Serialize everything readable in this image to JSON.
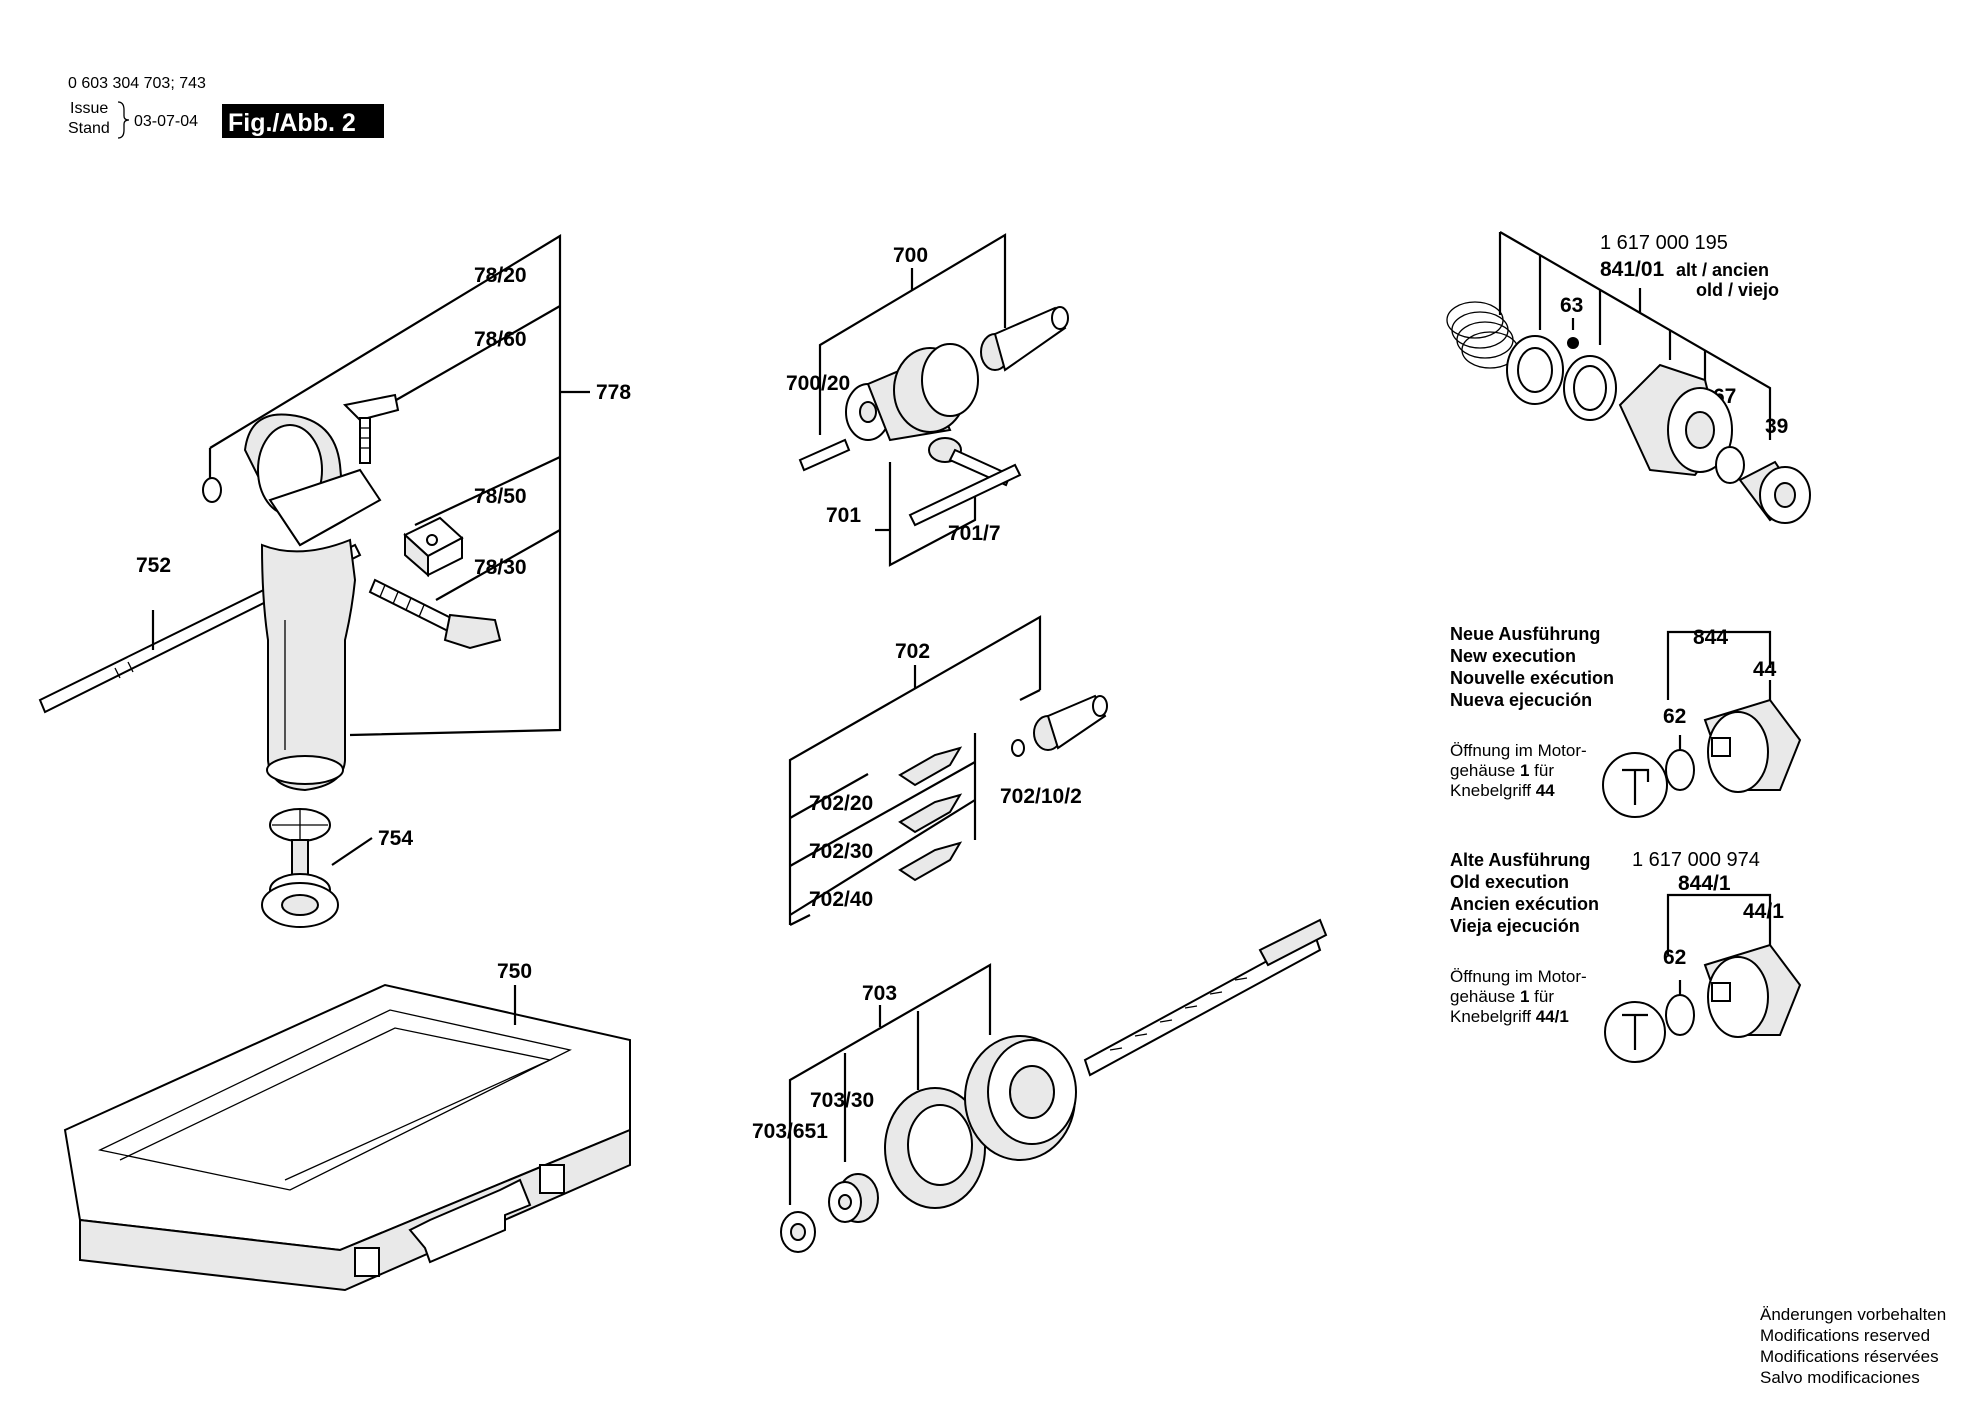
{
  "header": {
    "part_numbers": "0 603 304 703; 743",
    "issue_label": "Issue",
    "stand_label": "Stand",
    "issue_date": "03-07-04",
    "figure_label": "Fig./Abb. 2"
  },
  "callouts": {
    "c778": "778",
    "c78_20": "78/20",
    "c78_60": "78/60",
    "c78_50": "78/50",
    "c78_30": "78/30",
    "c752": "752",
    "c754": "754",
    "c750": "750",
    "c700": "700",
    "c700_20": "700/20",
    "c701": "701",
    "c701_7": "701/7",
    "c702": "702",
    "c702_20": "702/20",
    "c702_30": "702/30",
    "c702_40": "702/40",
    "c702_10_2": "702/10/2",
    "c703": "703",
    "c703_30": "703/30",
    "c703_651": "703/651",
    "c63": "63",
    "c67": "67",
    "c39": "39",
    "c844": "844",
    "c44": "44",
    "c62a": "62",
    "c844_1": "844/1",
    "c44_1": "44/1",
    "c62b": "62"
  },
  "old_part": {
    "number": "1 617 000 195",
    "ref": "841/01",
    "note": "alt / ancien",
    "note2": "old / viejo"
  },
  "new_execution": {
    "lines": [
      "Neue Ausführung",
      "New execution",
      "Nouvelle exécution",
      "Nueva ejecución"
    ],
    "opening_line1": "Öffnung im Motor-",
    "opening_line2_pre": "gehäuse ",
    "opening_line2_bold": "1",
    "opening_line2_post": " für",
    "opening_line3_pre": "Knebelgriff ",
    "opening_line3_bold": "44"
  },
  "old_execution": {
    "lines": [
      "Alte Ausführung",
      "Old execution",
      "Ancien exécution",
      "Vieja ejecución"
    ],
    "part_number": "1 617 000 974",
    "opening_line1": "Öffnung im Motor-",
    "opening_line2_pre": "gehäuse ",
    "opening_line2_bold": "1",
    "opening_line2_post": " für",
    "opening_line3_pre": "Knebelgriff ",
    "opening_line3_bold": "44/1"
  },
  "footer": {
    "lines": [
      "Änderungen vorbehalten",
      "Modifications reserved",
      "Modifications réservées",
      "Salvo modificaciones"
    ]
  }
}
